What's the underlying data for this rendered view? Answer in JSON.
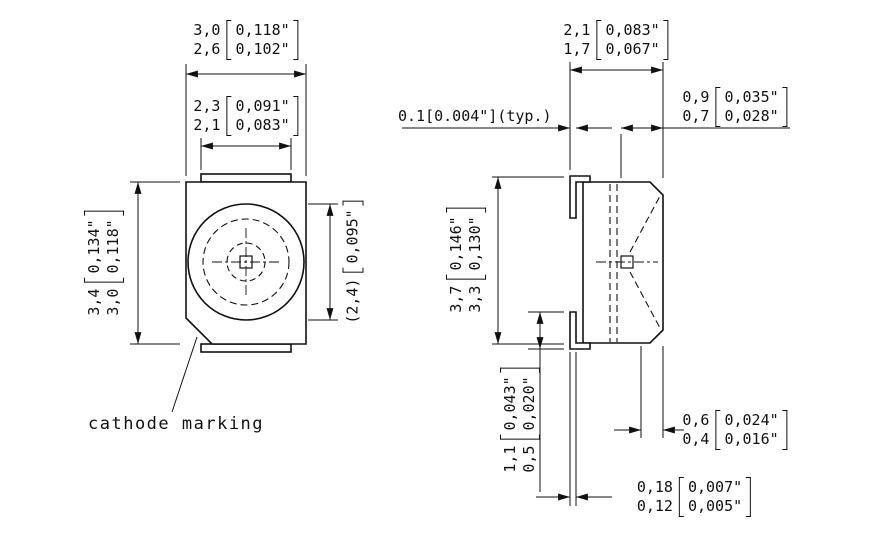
{
  "front_view": {
    "cathode_label": "cathode marking",
    "dims": {
      "width_outer": {
        "mm": [
          "3,0",
          "2,6"
        ],
        "inch": [
          "0,118\"",
          "0,102\""
        ]
      },
      "width_inner": {
        "mm": [
          "2,3",
          "2,1"
        ],
        "inch": [
          "0,091\"",
          "0,083\""
        ]
      },
      "height": {
        "mm": [
          "3,4",
          "3,0"
        ],
        "inch": [
          "0,134\"",
          "0,118\""
        ]
      },
      "lens_diameter": {
        "mm": [
          "(2,4)"
        ],
        "inch": [
          "0,095\""
        ]
      }
    }
  },
  "side_view": {
    "typ_note": "0.1[0.004\"](typ.)",
    "dims": {
      "depth": {
        "mm": [
          "2,1",
          "1,7"
        ],
        "inch": [
          "0,083\"",
          "0,067\""
        ]
      },
      "lead_offset_top": {
        "mm": [
          "0,9",
          "0,7"
        ],
        "inch": [
          "0,035\"",
          "0,028\""
        ]
      },
      "height": {
        "mm": [
          "3,7",
          "3,3"
        ],
        "inch": [
          "0,146\"",
          "0,130\""
        ]
      },
      "lead_length": {
        "mm": [
          "1,1",
          "0,5"
        ],
        "inch": [
          "0,043\"",
          "0,020\""
        ]
      },
      "lead_width": {
        "mm": [
          "0,6",
          "0,4"
        ],
        "inch": [
          "0,024\"",
          "0,016\""
        ]
      },
      "lead_thickness": {
        "mm": [
          "0,18",
          "0,12"
        ],
        "inch": [
          "0,007\"",
          "0,005\""
        ]
      }
    }
  }
}
